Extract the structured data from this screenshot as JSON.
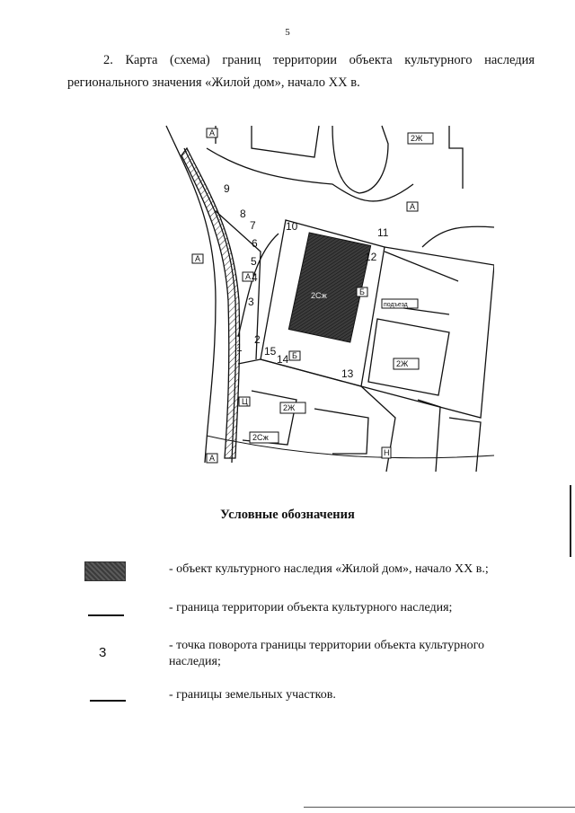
{
  "page_number": "5",
  "heading": "2. Карта (схема) границ территории объекта культурного наследия регионального значения «Жилой дом», начало XX в.",
  "map": {
    "point_labels": [
      "1",
      "2",
      "3",
      "4",
      "5",
      "6",
      "7",
      "8",
      "9",
      "10",
      "11",
      "12",
      "13",
      "14",
      "15"
    ],
    "zone_labels": {
      "a": "А",
      "b": "Б",
      "ts": "Ц",
      "two_zh_top": "2Ж",
      "two_zh_right": "2Ж",
      "two_zh_mid": "2Ж",
      "two_zh_bottom": "2Сж",
      "main_bldg": "2Сж",
      "nezh": "Н",
      "pod": "подъезд"
    }
  },
  "legend": {
    "title": "Условные обозначения",
    "items": [
      {
        "text": "- объект культурного наследия «Жилой дом», начало XX в.;"
      },
      {
        "text": "- граница территории объекта культурного наследия;"
      },
      {
        "symbol": "3",
        "text": "- точка поворота границы территории объекта культурного наследия;"
      },
      {
        "text": "- границы земельных участков."
      }
    ]
  }
}
